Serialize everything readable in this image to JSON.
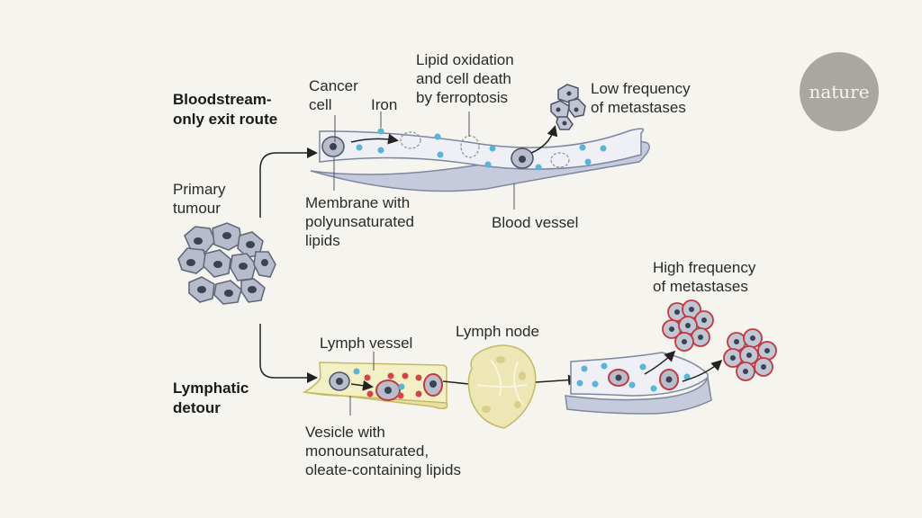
{
  "logo": {
    "text": "nature"
  },
  "routes": {
    "bloodstream": {
      "title": "Bloodstream-\nonly exit route"
    },
    "lymphatic": {
      "title": "Lymphatic\ndetour"
    }
  },
  "labels": {
    "primary_tumour": "Primary\ntumour",
    "cancer_cell": "Cancer\ncell",
    "iron": "Iron",
    "lipid_oxidation": "Lipid oxidation\nand cell death\nby ferroptosis",
    "low_frequency": "Low frequency\nof metastases",
    "membrane": "Membrane with\npolyunsaturated\nlipids",
    "blood_vessel": "Blood vessel",
    "lymph_vessel": "Lymph vessel",
    "lymph_node": "Lymph node",
    "high_frequency": "High frequency\nof metastases",
    "vesicle": "Vesicle with\nmonounsaturated,\noleate-containing lipids"
  },
  "colors": {
    "background": "#f5f4ee",
    "vessel_fill": "#e9ecf3",
    "vessel_stroke": "#8a93ad",
    "lymph_fill": "#f3efc2",
    "lymph_stroke": "#c9bf6a",
    "iron_dot": "#5ab4d6",
    "vesicle_dot": "#d0454a",
    "cell_fill": "#b9bdc9",
    "protected_membrane": "#c0393f",
    "logo_bg": "#a9a7a2"
  }
}
